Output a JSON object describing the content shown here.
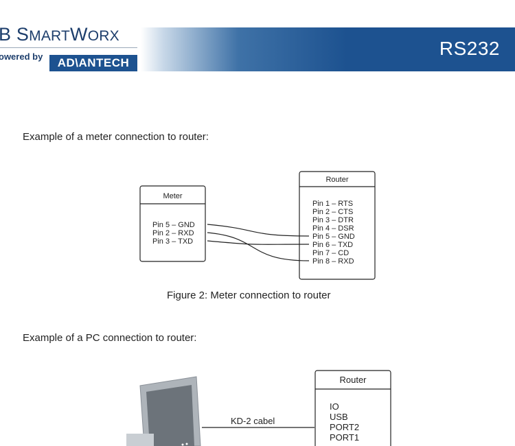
{
  "header": {
    "brand_name_1": "B S",
    "brand_name_2": "MART",
    "brand_name_3": "W",
    "brand_name_4": "ORX",
    "powered_by": "owered by",
    "partner_logo": "AD\\ANTECH",
    "page_title": "RS232"
  },
  "section_meter": {
    "intro": "Example of a meter connection to router:",
    "meter_box_title": "Meter",
    "meter_pins": [
      "Pin 5 – GND",
      "Pin 2 – RXD",
      "Pin 3 – TXD"
    ],
    "router_box_title": "Router",
    "router_pins": [
      "Pin 1 – RTS",
      "Pin 2 – CTS",
      "Pin 3 – DTR",
      "Pin 4 – DSR",
      "Pin 5 – GND",
      "Pin 6 – TXD",
      "Pin 7 – CD",
      "Pin 8 – RXD"
    ],
    "caption": "Figure 2: Meter connection to router"
  },
  "section_pc": {
    "intro": "Example of a PC connection to router:",
    "cable_label": "KD-2 cabel",
    "router_box_title": "Router",
    "router_ports": [
      "IO",
      "USB",
      "PORT2",
      "PORT1"
    ]
  },
  "colors": {
    "brand_dark": "#1d3e6c",
    "band_blue": "#1d5290"
  }
}
